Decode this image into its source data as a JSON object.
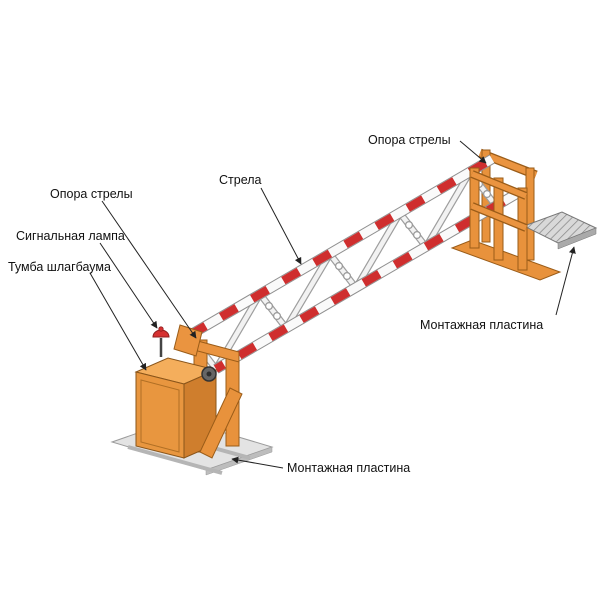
{
  "diagram": {
    "labels": {
      "boom_support_right": "Опора стрелы",
      "boom": "Стрела",
      "boom_support_left": "Опора стрелы",
      "signal_lamp": "Сигнальная лампа",
      "barrier_cabinet": "Тумба шлагбаума",
      "mounting_plate_right": "Монтажная пластина",
      "mounting_plate_left": "Монтажная пластина"
    },
    "colors": {
      "structure_orange": "#E8923C",
      "structure_orange_dark": "#9A5C18",
      "stripe_red": "#CF2E2E",
      "tube_white": "#FAFAFA",
      "plate_gray": "#D9D9D9",
      "leader_line": "#222222",
      "background": "#FFFFFF"
    }
  }
}
